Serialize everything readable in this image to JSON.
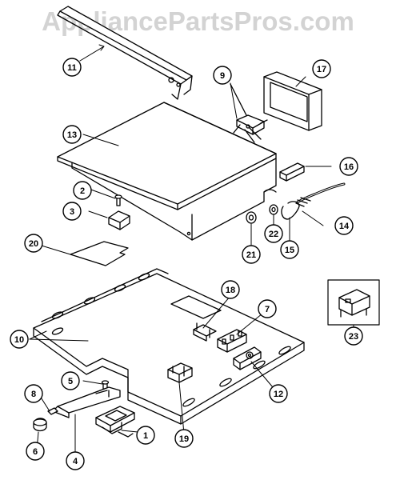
{
  "watermark": "AppliancePartsPros.com",
  "callouts": [
    {
      "id": "c1",
      "label": "1"
    },
    {
      "id": "c2",
      "label": "2"
    },
    {
      "id": "c3",
      "label": "3"
    },
    {
      "id": "c4",
      "label": "4"
    },
    {
      "id": "c5",
      "label": "5"
    },
    {
      "id": "c6",
      "label": "6"
    },
    {
      "id": "c7",
      "label": "7"
    },
    {
      "id": "c8",
      "label": "8"
    },
    {
      "id": "c9",
      "label": "9"
    },
    {
      "id": "c10",
      "label": "10"
    },
    {
      "id": "c11",
      "label": "11"
    },
    {
      "id": "c12",
      "label": "12"
    },
    {
      "id": "c13",
      "label": "13"
    },
    {
      "id": "c14",
      "label": "14"
    },
    {
      "id": "c15",
      "label": "15"
    },
    {
      "id": "c16",
      "label": "16"
    },
    {
      "id": "c17",
      "label": "17"
    },
    {
      "id": "c18",
      "label": "18"
    },
    {
      "id": "c19",
      "label": "19"
    },
    {
      "id": "c20",
      "label": "20"
    },
    {
      "id": "c21",
      "label": "21"
    },
    {
      "id": "c22",
      "label": "22"
    },
    {
      "id": "c23",
      "label": "23"
    }
  ]
}
